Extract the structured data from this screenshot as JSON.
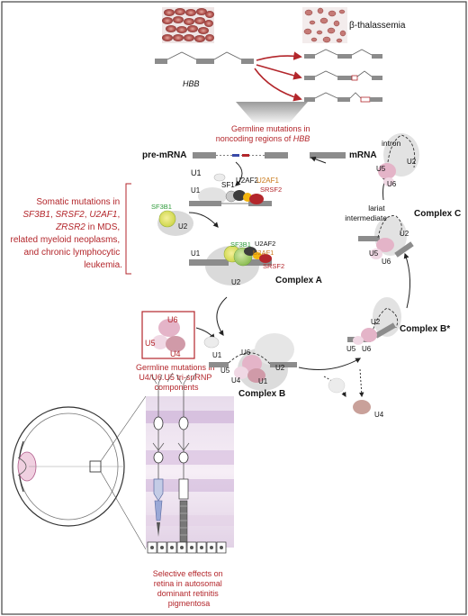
{
  "colors": {
    "red_label": "#b3262b",
    "green_label": "#2e9a3a",
    "orange_label": "#c87818",
    "dark_label": "#111111",
    "exon": "#8c8c8c",
    "spliceosome": "#d6d6d6",
    "pink": "#d8a8c0",
    "brown": "#a98078",
    "retina_band": "#dccbe0"
  },
  "thalassemia": {
    "label": "β-thalassemia"
  },
  "gene": {
    "label": "HBB"
  },
  "germline_hbb": {
    "lines": [
      "Germline mutations in",
      "noncoding regions of "
    ],
    "italic": "HBB"
  },
  "pre_mrna": {
    "label": "pre-mRNA"
  },
  "mrna": {
    "label": "mRNA"
  },
  "intron": {
    "label": "intron"
  },
  "lariat": {
    "lines": [
      "lariat",
      "intermediate"
    ]
  },
  "somatic": {
    "line1": "Somatic mutations in",
    "line2_genes": [
      "SF3B1",
      "SRSF2",
      "U2AF1"
    ],
    "line3_gene": "ZRSR2",
    "line3_rest": " in MDS,",
    "line4": "related myeloid neoplasms,",
    "line5": "and chronic lymphocytic",
    "line6": "leukemia."
  },
  "germline_tri": {
    "lines": [
      "Germline mutations in",
      "U4/U6.U5 tri-snRNP",
      "components"
    ]
  },
  "retina": {
    "lines": [
      "Selective effects on",
      "retina in autosomal",
      "dominant retinitis",
      "pigmentosa"
    ]
  },
  "complexes": {
    "a": "Complex A",
    "b": "Complex B",
    "b_star": "Complex B*",
    "c": "Complex C"
  },
  "snrnp": {
    "u1": "U1",
    "u2": "U2",
    "u4": "U4",
    "u5": "U5",
    "u6": "U6"
  },
  "factors": {
    "sf1": "SF1",
    "u2af2": "U2AF2",
    "u2af1": "U2AF1",
    "srsf2": "SRSF2",
    "sf3b1": "SF3B1"
  }
}
